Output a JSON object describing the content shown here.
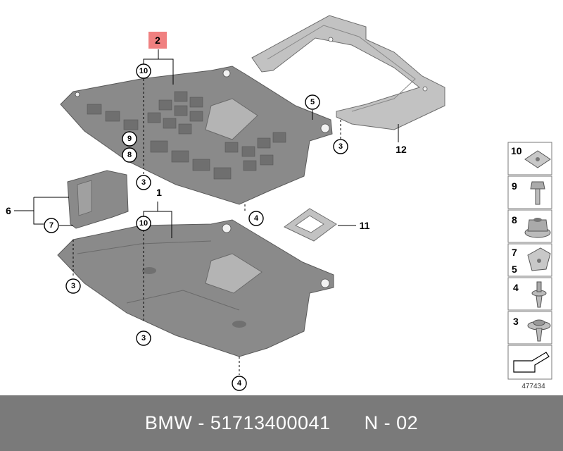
{
  "part_labels": {
    "p1": "1",
    "p2": "2",
    "p3": "3",
    "p4": "4",
    "p5": "5",
    "p6": "6",
    "p7": "7",
    "p8": "8",
    "p9": "9",
    "p10": "10",
    "p11": "11",
    "p12": "12"
  },
  "parts_panel": {
    "rows": [
      {
        "labels": [
          "10"
        ],
        "icon": "clip-nut-icon"
      },
      {
        "labels": [
          "9"
        ],
        "icon": "bolt-icon"
      },
      {
        "labels": [
          "8"
        ],
        "icon": "hex-nut-icon"
      },
      {
        "labels": [
          "7",
          "5"
        ],
        "icon": "spring-clip-icon"
      },
      {
        "labels": [
          "4"
        ],
        "icon": "screw-icon"
      },
      {
        "labels": [
          "3"
        ],
        "icon": "washer-screw-icon"
      }
    ]
  },
  "diagram_ref": "477434",
  "footer": {
    "brand": "BMW",
    "sep1": " - ",
    "part_number": "51713400041",
    "gap": "      ",
    "variant": "N - 02"
  },
  "colors": {
    "highlight": "#f08080",
    "footer_bg": "#7a7a7a",
    "panel": "#8a8a8a"
  }
}
